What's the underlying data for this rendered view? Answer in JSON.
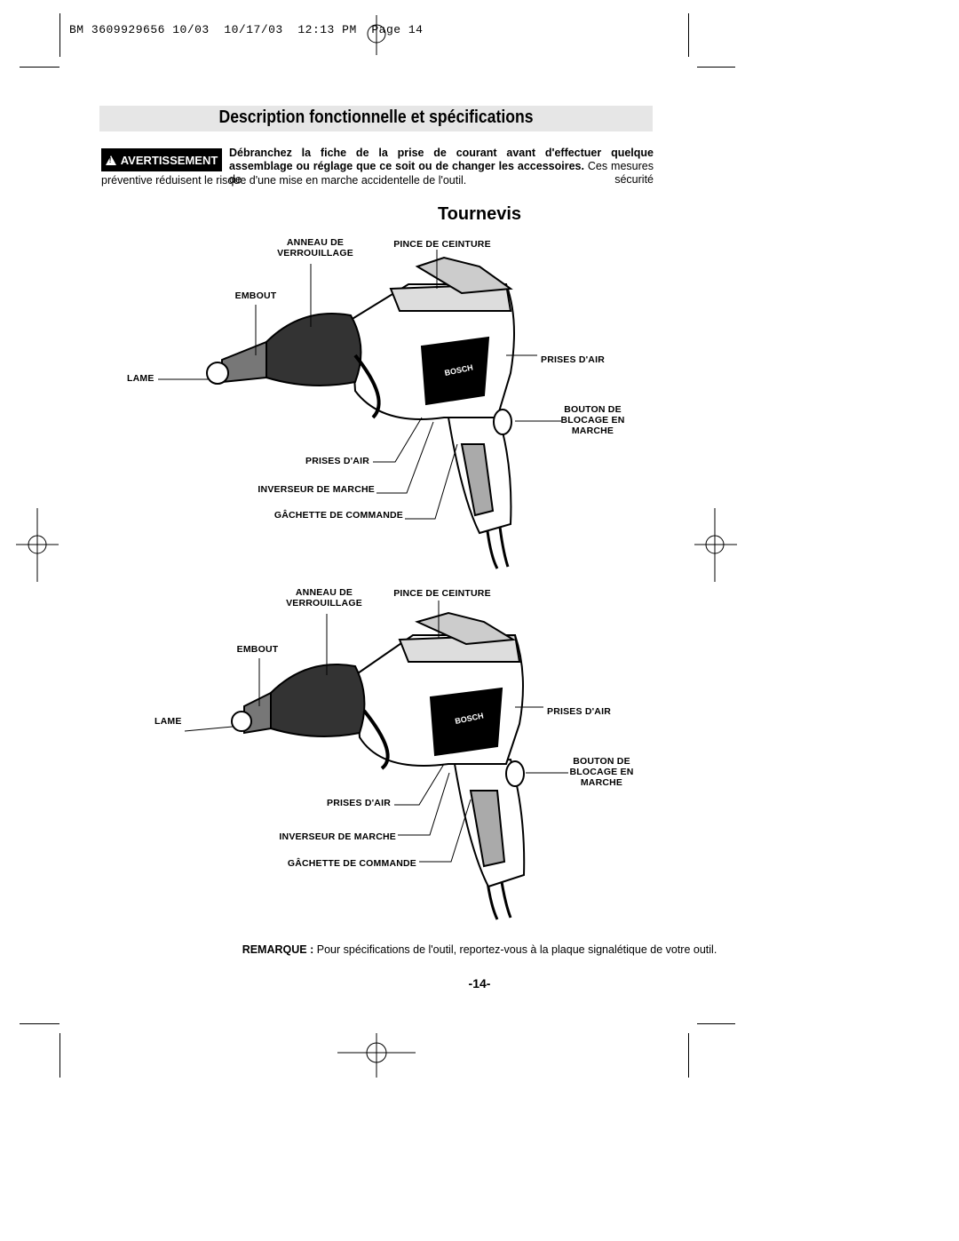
{
  "slug_line": "BM 3609929656 10/03  10/17/03  12:13 PM  Page 14",
  "title": "Description fonctionnelle et spécifications",
  "warning": {
    "badge": "AVERTISSEMENT",
    "bold_text": "Débranchez la fiche de la prise de courant avant d'effectuer quelque assemblage ou réglage que ce soit ou de changer les accessoires.",
    "text_line1_rest": "Ces mesures de sécurité",
    "text_line2": "préventive réduisent le risque d'une mise en marche accidentelle de l'outil."
  },
  "section_title": "Tournevis",
  "figure1_labels": {
    "anneau": "ANNEAU DE\nVERROUILLAGE",
    "pince": "PINCE DE CEINTURE",
    "embout": "EMBOUT",
    "lame": "LAME",
    "prises_air_right": "PRISES D'AIR",
    "bouton": "BOUTON DE\nBLOCAGE EN\nMARCHE",
    "prises_air_left": "PRISES D'AIR",
    "inverseur": "INVERSEUR DE MARCHE",
    "gachette": "GÂCHETTE DE COMMANDE",
    "brand": "BOSCH"
  },
  "figure2_labels": {
    "anneau": "ANNEAU DE\nVERROUILLAGE",
    "pince": "PINCE DE CEINTURE",
    "embout": "EMBOUT",
    "lame": "LAME",
    "prises_air_right": "PRISES D'AIR",
    "bouton": "BOUTON DE\nBLOCAGE EN\nMARCHE",
    "prises_air_left": "PRISES D'AIR",
    "inverseur": "INVERSEUR DE MARCHE",
    "gachette": "GÂCHETTE DE COMMANDE",
    "brand": "BOSCH"
  },
  "note": {
    "label": "REMARQUE :",
    "text": "Pour spécifications de l'outil, reportez-vous à la plaque signalétique de votre outil."
  },
  "page_number": "-14-"
}
